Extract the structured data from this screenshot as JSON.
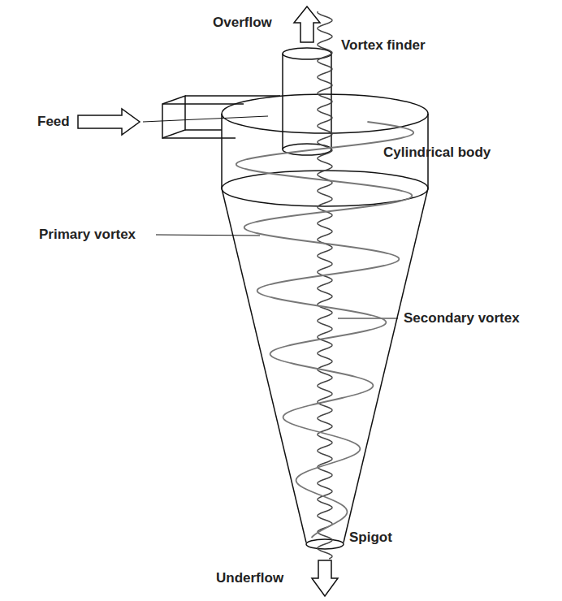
{
  "diagram": {
    "labels": [
      "Overflow",
      "Vortex finder",
      "Feed",
      "Cylindrical body",
      "Primary vortex",
      "Secondary vortex",
      "Spigot",
      "Underflow"
    ]
  }
}
